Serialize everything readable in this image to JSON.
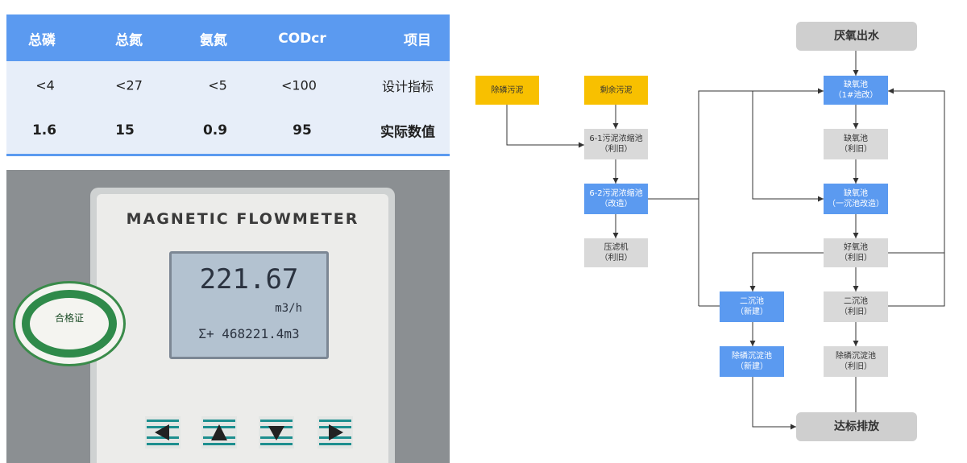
{
  "table": {
    "headers": [
      "项目",
      "CODcr",
      "氨氮",
      "总氮",
      "总磷"
    ],
    "rows": [
      [
        "设计指标",
        "<100",
        "<5",
        "<27",
        "<4"
      ],
      [
        "实际数值",
        "95",
        "0.9",
        "15",
        "1.6"
      ]
    ],
    "colors": {
      "header_bg": "#5b9af0",
      "body_bg": "#e7eef9"
    }
  },
  "photo": {
    "brand": "MAGNETIC FLOWMETER",
    "flow_rate": "221.67",
    "flow_unit": "m3/h",
    "total": "Σ+ 468221.4m3",
    "seal_text": "合格证",
    "buttons": [
      "left-arrow",
      "up-arrow",
      "down-arrow",
      "enter-arrow"
    ]
  },
  "flow": {
    "colors": {
      "new": "#5b9af0",
      "existing": "#d9d9d9",
      "sludge_out": "#f8c000",
      "terminal": "#cfcfcf",
      "line": "#333333"
    },
    "nodes": {
      "anaerobic_out": {
        "title": "厌氧出水"
      },
      "anoxic_1": {
        "title": "缺氧池",
        "sub": "（1#池改）"
      },
      "anoxic_2": {
        "title": "缺氧池",
        "sub": "（利旧）"
      },
      "anoxic_3": {
        "title": "缺氧池",
        "sub": "（一沉池改造）"
      },
      "aerobic": {
        "title": "好氧池",
        "sub": "（利旧）"
      },
      "sec_old": {
        "title": "二沉池",
        "sub": "（利旧）"
      },
      "sec_new": {
        "title": "二沉池",
        "sub": "（新建）"
      },
      "p_old": {
        "title": "除磷沉淀池",
        "sub": "（利旧）"
      },
      "p_new": {
        "title": "除磷沉淀池",
        "sub": "（新建）"
      },
      "discharge": {
        "title": "达标排放"
      },
      "thick_1": {
        "title": "6-1污泥浓缩池",
        "sub": "（利旧）"
      },
      "thick_2": {
        "title": "6-2污泥浓缩池",
        "sub": "（改造）"
      },
      "press": {
        "title": "压滤机",
        "sub": "（利旧）"
      },
      "sludge_res": {
        "title": "剩余污泥"
      },
      "sludge_p": {
        "title": "除磷污泥"
      }
    }
  }
}
